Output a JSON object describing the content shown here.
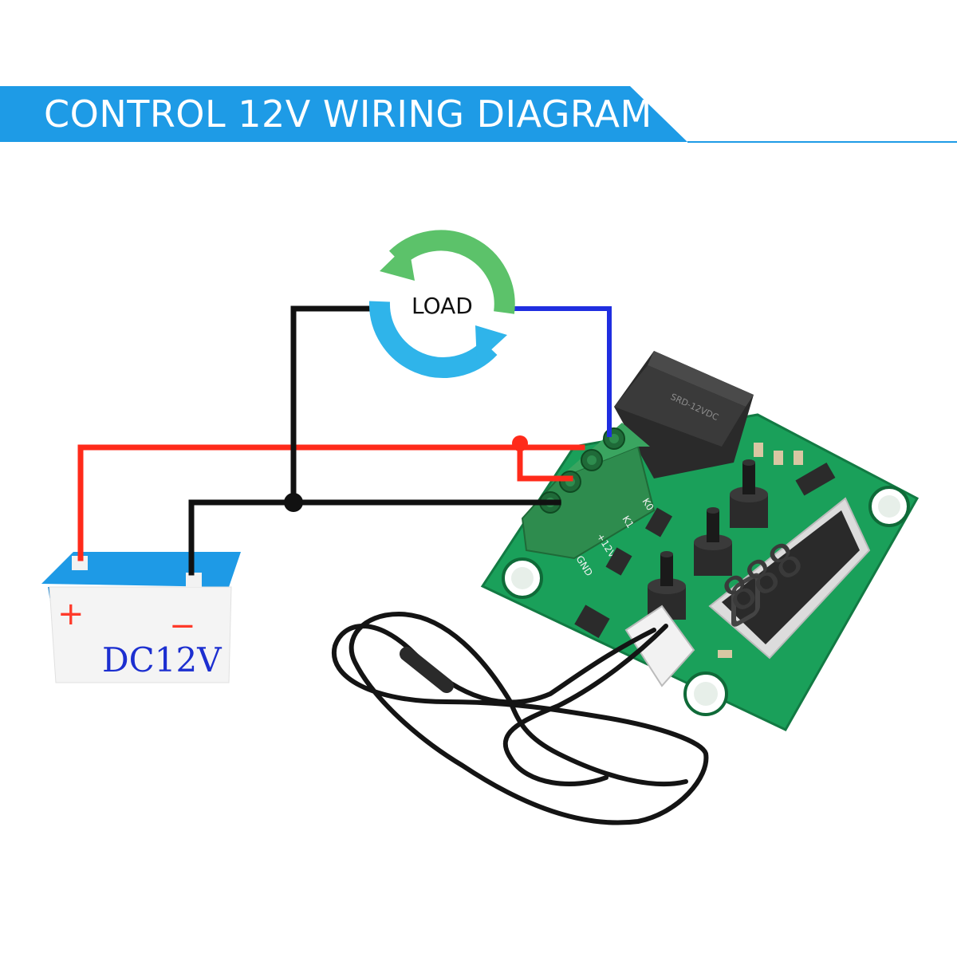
{
  "header": {
    "title": "CONTROL 12V WIRING DIAGRAM"
  },
  "load": {
    "label": "LOAD"
  },
  "battery": {
    "voltage_label": "DC12V",
    "plus_sign": "+",
    "minus_sign": "−"
  },
  "board": {
    "terminal_labels": [
      "K0",
      "K1",
      "+12V",
      "GND"
    ]
  },
  "colors": {
    "banner": "#1e9be6",
    "wire_positive": "#ff2a1a",
    "wire_negative": "#111111",
    "wire_load": "#1f2ee0",
    "pcb": "#1aa05a",
    "terminal_block": "#2e8c4e",
    "arrow_green": "#5cc26a",
    "arrow_blue": "#2fb4ea"
  }
}
